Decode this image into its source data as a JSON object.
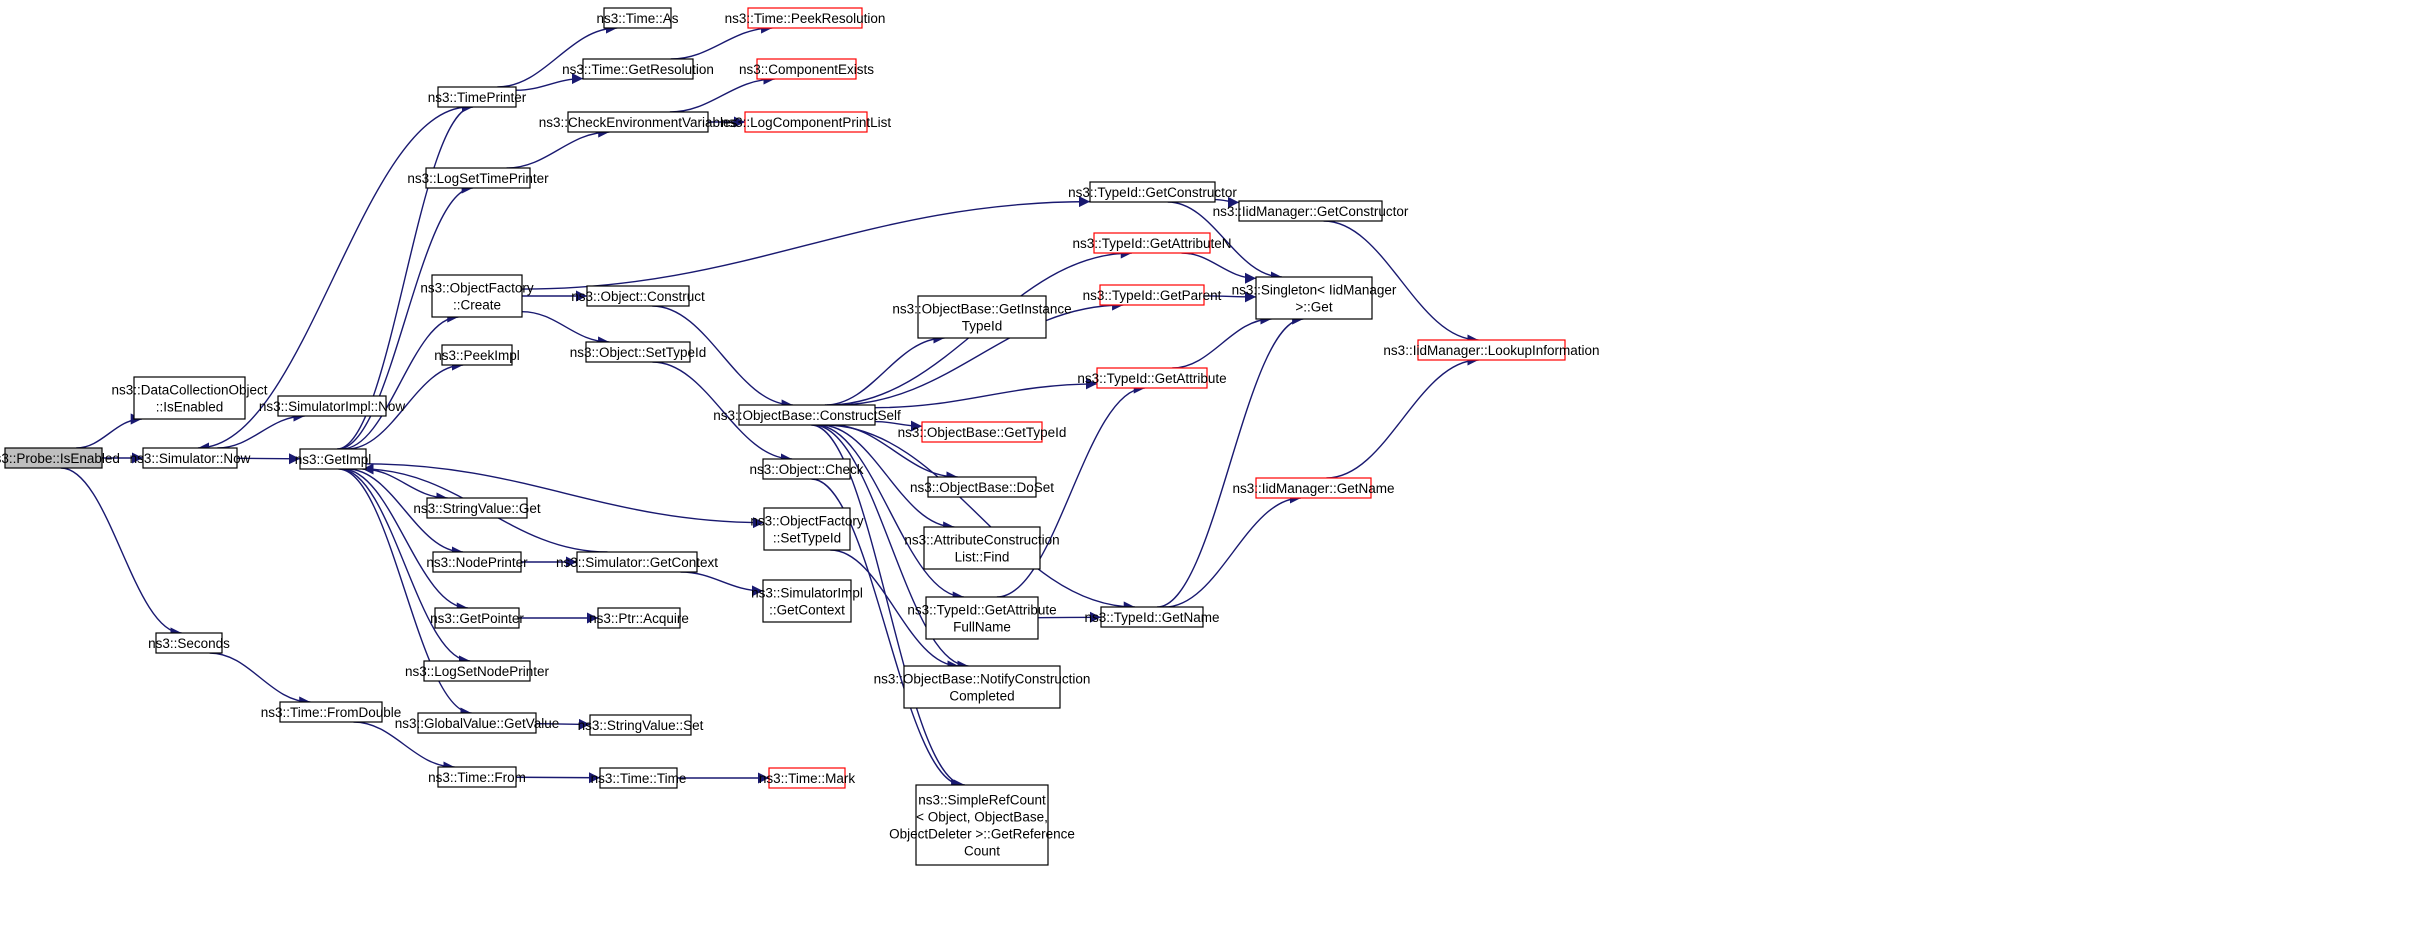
{
  "colors": {
    "edge": "#191970",
    "node_border": "#000000",
    "node_border_truncated": "#ff0000",
    "root_fill": "#bfbfbf",
    "background": "#ffffff"
  },
  "nodes": [
    {
      "id": "probe",
      "lines": [
        "ns3::Probe::IsEnabled"
      ],
      "style": "root"
    },
    {
      "id": "dco",
      "lines": [
        "ns3::DataCollectionObject",
        "::IsEnabled"
      ],
      "style": "normal"
    },
    {
      "id": "simnow",
      "lines": [
        "ns3::Simulator::Now"
      ],
      "style": "normal"
    },
    {
      "id": "seconds",
      "lines": [
        "ns3::Seconds"
      ],
      "style": "normal"
    },
    {
      "id": "simimplnow",
      "lines": [
        "ns3::SimulatorImpl::Now"
      ],
      "style": "normal"
    },
    {
      "id": "getimpl",
      "lines": [
        "ns3::GetImpl"
      ],
      "style": "normal"
    },
    {
      "id": "fromdouble",
      "lines": [
        "ns3::Time::FromDouble"
      ],
      "style": "normal"
    },
    {
      "id": "timeprinter",
      "lines": [
        "ns3::TimePrinter"
      ],
      "style": "normal"
    },
    {
      "id": "logsettimeprinter",
      "lines": [
        "ns3::LogSetTimePrinter"
      ],
      "style": "normal"
    },
    {
      "id": "ofcreate",
      "lines": [
        "ns3::ObjectFactory",
        "::Create"
      ],
      "style": "normal"
    },
    {
      "id": "peekimpl",
      "lines": [
        "ns3::PeekImpl"
      ],
      "style": "normal"
    },
    {
      "id": "svget",
      "lines": [
        "ns3::StringValue::Get"
      ],
      "style": "normal"
    },
    {
      "id": "nodeprinter",
      "lines": [
        "ns3::NodePrinter"
      ],
      "style": "normal"
    },
    {
      "id": "getpointer",
      "lines": [
        "ns3::GetPointer"
      ],
      "style": "normal"
    },
    {
      "id": "logsetnodeprinter",
      "lines": [
        "ns3::LogSetNodePrinter"
      ],
      "style": "normal"
    },
    {
      "id": "gvgetvalue",
      "lines": [
        "ns3::GlobalValue::GetValue"
      ],
      "style": "normal"
    },
    {
      "id": "timefrom",
      "lines": [
        "ns3::Time::From"
      ],
      "style": "normal"
    },
    {
      "id": "timeas",
      "lines": [
        "ns3::Time::As"
      ],
      "style": "normal"
    },
    {
      "id": "getresolution",
      "lines": [
        "ns3::Time::GetResolution"
      ],
      "style": "normal"
    },
    {
      "id": "checkenv",
      "lines": [
        "ns3::CheckEnvironmentVariables"
      ],
      "style": "normal"
    },
    {
      "id": "objconstruct",
      "lines": [
        "ns3::Object::Construct"
      ],
      "style": "normal"
    },
    {
      "id": "objsettypeid",
      "lines": [
        "ns3::Object::SetTypeId"
      ],
      "style": "normal"
    },
    {
      "id": "simgetcontext",
      "lines": [
        "ns3::Simulator::GetContext"
      ],
      "style": "normal"
    },
    {
      "id": "ptracquire",
      "lines": [
        "ns3::Ptr::Acquire"
      ],
      "style": "normal"
    },
    {
      "id": "svset",
      "lines": [
        "ns3::StringValue::Set"
      ],
      "style": "normal"
    },
    {
      "id": "timetime",
      "lines": [
        "ns3::Time::Time"
      ],
      "style": "normal"
    },
    {
      "id": "peekresolution",
      "lines": [
        "ns3::Time::PeekResolution"
      ],
      "style": "truncated"
    },
    {
      "id": "componentexists",
      "lines": [
        "ns3::ComponentExists"
      ],
      "style": "truncated"
    },
    {
      "id": "logcomponentprintlist",
      "lines": [
        "ns3::LogComponentPrintList"
      ],
      "style": "truncated"
    },
    {
      "id": "constructself",
      "lines": [
        "ns3::ObjectBase::ConstructSelf"
      ],
      "style": "normal"
    },
    {
      "id": "objcheck",
      "lines": [
        "ns3::Object::Check"
      ],
      "style": "normal"
    },
    {
      "id": "ofsettypeid",
      "lines": [
        "ns3::ObjectFactory",
        "::SetTypeId"
      ],
      "style": "normal"
    },
    {
      "id": "simimplgetcontext",
      "lines": [
        "ns3::SimulatorImpl",
        "::GetContext"
      ],
      "style": "normal"
    },
    {
      "id": "timemark",
      "lines": [
        "ns3::Time::Mark"
      ],
      "style": "truncated"
    },
    {
      "id": "getinstancetypeid",
      "lines": [
        "ns3::ObjectBase::GetInstance",
        "TypeId"
      ],
      "style": "normal"
    },
    {
      "id": "obgettypeid",
      "lines": [
        "ns3::ObjectBase::GetTypeId"
      ],
      "style": "truncated"
    },
    {
      "id": "obdoset",
      "lines": [
        "ns3::ObjectBase::DoSet"
      ],
      "style": "normal"
    },
    {
      "id": "aclfind",
      "lines": [
        "ns3::AttributeConstruction",
        "List::Find"
      ],
      "style": "normal"
    },
    {
      "id": "getattributefullname",
      "lines": [
        "ns3::TypeId::GetAttribute",
        "FullName"
      ],
      "style": "normal"
    },
    {
      "id": "notifyconstruction",
      "lines": [
        "ns3::ObjectBase::NotifyConstruction",
        "Completed"
      ],
      "style": "normal"
    },
    {
      "id": "simplerefcount",
      "lines": [
        "ns3::SimpleRefCount",
        "< Object, ObjectBase,",
        "ObjectDeleter >::GetReference",
        "Count"
      ],
      "style": "normal"
    },
    {
      "id": "tgetconstructor",
      "lines": [
        "ns3::TypeId::GetConstructor"
      ],
      "style": "normal"
    },
    {
      "id": "tgetattributen",
      "lines": [
        "ns3::TypeId::GetAttributeN"
      ],
      "style": "truncated"
    },
    {
      "id": "tgetparent",
      "lines": [
        "ns3::TypeId::GetParent"
      ],
      "style": "truncated"
    },
    {
      "id": "tgetattribute",
      "lines": [
        "ns3::TypeId::GetAttribute"
      ],
      "style": "truncated"
    },
    {
      "id": "tgetname",
      "lines": [
        "ns3::TypeId::GetName"
      ],
      "style": "normal"
    },
    {
      "id": "iidgetconstructor",
      "lines": [
        "ns3::IidManager::GetConstructor"
      ],
      "style": "normal"
    },
    {
      "id": "singletonget",
      "lines": [
        "ns3::Singleton< IidManager",
        ">::Get"
      ],
      "style": "normal"
    },
    {
      "id": "iidgetname",
      "lines": [
        "ns3::IidManager::GetName"
      ],
      "style": "truncated"
    },
    {
      "id": "lookupinformation",
      "lines": [
        "ns3::IidManager::LookupInformation"
      ],
      "style": "truncated"
    }
  ],
  "edges": [
    {
      "from": "probe",
      "to": "dco"
    },
    {
      "from": "probe",
      "to": "simnow"
    },
    {
      "from": "probe",
      "to": "seconds"
    },
    {
      "from": "simnow",
      "to": "simimplnow"
    },
    {
      "from": "simnow",
      "to": "getimpl"
    },
    {
      "from": "getimpl",
      "to": "timeprinter"
    },
    {
      "from": "getimpl",
      "to": "logsettimeprinter"
    },
    {
      "from": "getimpl",
      "to": "ofcreate"
    },
    {
      "from": "getimpl",
      "to": "peekimpl"
    },
    {
      "from": "getimpl",
      "to": "svget"
    },
    {
      "from": "getimpl",
      "to": "nodeprinter"
    },
    {
      "from": "getimpl",
      "to": "getpointer"
    },
    {
      "from": "getimpl",
      "to": "logsetnodeprinter"
    },
    {
      "from": "getimpl",
      "to": "gvgetvalue"
    },
    {
      "from": "getimpl",
      "to": "ofsettypeid"
    },
    {
      "from": "seconds",
      "to": "fromdouble"
    },
    {
      "from": "fromdouble",
      "to": "timefrom"
    },
    {
      "from": "timefrom",
      "to": "timetime"
    },
    {
      "from": "timetime",
      "to": "timemark"
    },
    {
      "from": "timeprinter",
      "to": "simnow"
    },
    {
      "from": "timeprinter",
      "to": "timeas"
    },
    {
      "from": "timeprinter",
      "to": "getresolution"
    },
    {
      "from": "getresolution",
      "to": "peekresolution"
    },
    {
      "from": "logsettimeprinter",
      "to": "checkenv"
    },
    {
      "from": "checkenv",
      "to": "componentexists"
    },
    {
      "from": "checkenv",
      "to": "logcomponentprintlist"
    },
    {
      "from": "ofcreate",
      "to": "objconstruct"
    },
    {
      "from": "ofcreate",
      "to": "objsettypeid"
    },
    {
      "from": "ofcreate",
      "to": "tgetconstructor"
    },
    {
      "from": "objconstruct",
      "to": "constructself"
    },
    {
      "from": "objsettypeid",
      "to": "objcheck"
    },
    {
      "from": "nodeprinter",
      "to": "simgetcontext"
    },
    {
      "from": "simgetcontext",
      "to": "getimpl"
    },
    {
      "from": "simgetcontext",
      "to": "simimplgetcontext"
    },
    {
      "from": "getpointer",
      "to": "ptracquire"
    },
    {
      "from": "gvgetvalue",
      "to": "svset"
    },
    {
      "from": "objcheck",
      "to": "simplerefcount"
    },
    {
      "from": "ofsettypeid",
      "to": "notifyconstruction"
    },
    {
      "from": "constructself",
      "to": "tgetattributen"
    },
    {
      "from": "constructself",
      "to": "tgetparent"
    },
    {
      "from": "constructself",
      "to": "getinstancetypeid"
    },
    {
      "from": "constructself",
      "to": "tgetattribute"
    },
    {
      "from": "constructself",
      "to": "obgettypeid"
    },
    {
      "from": "constructself",
      "to": "obdoset"
    },
    {
      "from": "constructself",
      "to": "aclfind"
    },
    {
      "from": "constructself",
      "to": "getattributefullname"
    },
    {
      "from": "constructself",
      "to": "notifyconstruction"
    },
    {
      "from": "constructself",
      "to": "simplerefcount"
    },
    {
      "from": "constructself",
      "to": "tgetname"
    },
    {
      "from": "getattributefullname",
      "to": "tgetattribute"
    },
    {
      "from": "getattributefullname",
      "to": "tgetname"
    },
    {
      "from": "tgetconstructor",
      "to": "iidgetconstructor"
    },
    {
      "from": "tgetconstructor",
      "to": "singletonget"
    },
    {
      "from": "tgetattributen",
      "to": "singletonget"
    },
    {
      "from": "tgetparent",
      "to": "singletonget"
    },
    {
      "from": "tgetattribute",
      "to": "singletonget"
    },
    {
      "from": "tgetname",
      "to": "singletonget"
    },
    {
      "from": "tgetname",
      "to": "iidgetname"
    },
    {
      "from": "iidgetconstructor",
      "to": "lookupinformation"
    },
    {
      "from": "iidgetname",
      "to": "lookupinformation"
    }
  ]
}
